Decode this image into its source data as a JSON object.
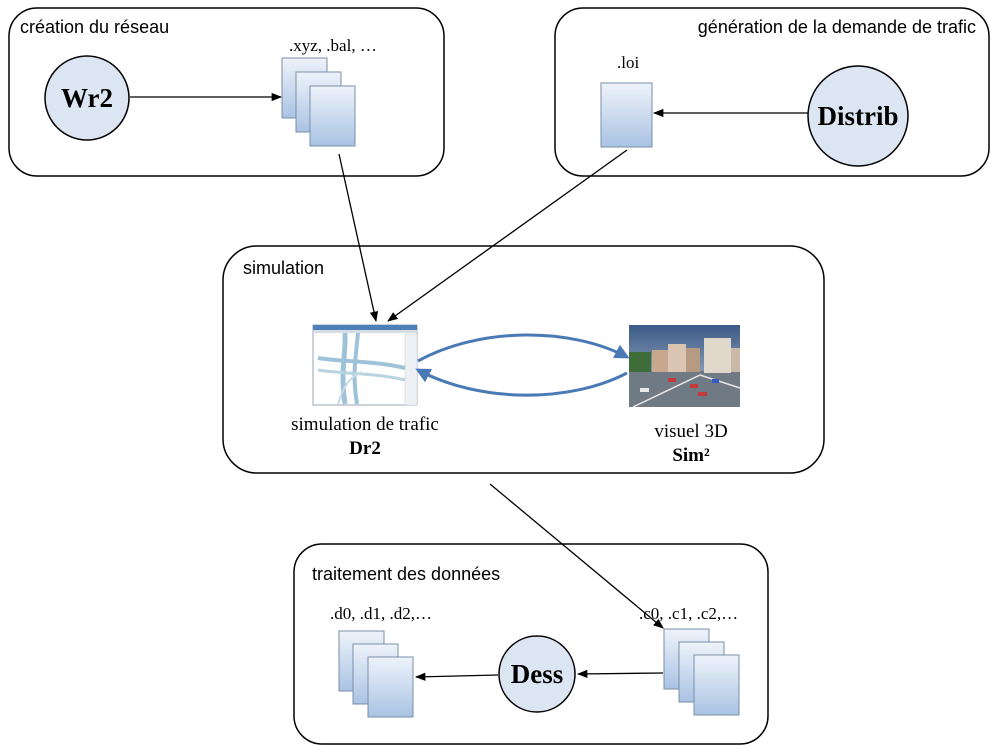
{
  "groups": {
    "network": {
      "title": "création du réseau",
      "file_label": ".xyz, .bal, …",
      "tool": "Wr2"
    },
    "demand": {
      "title": "génération de la demande de trafic",
      "file_label": ".loi",
      "tool": "Distrib"
    },
    "simulation": {
      "title": "simulation",
      "left_caption": "simulation de trafic",
      "left_tool": "Dr2",
      "right_caption": "visuel 3D",
      "right_tool": "Sim²"
    },
    "processing": {
      "title": "traitement des données",
      "left_files": ".d0, .d1, .d2,…",
      "right_files": ".c0, .c1, .c2,…",
      "tool": "Dess"
    }
  },
  "colors": {
    "circle_fill": "#dce6f2",
    "document_gradient_top": "#eef3fa",
    "document_gradient_bottom": "#a9c3e3",
    "flow_arrow": "#4a7ab5"
  }
}
